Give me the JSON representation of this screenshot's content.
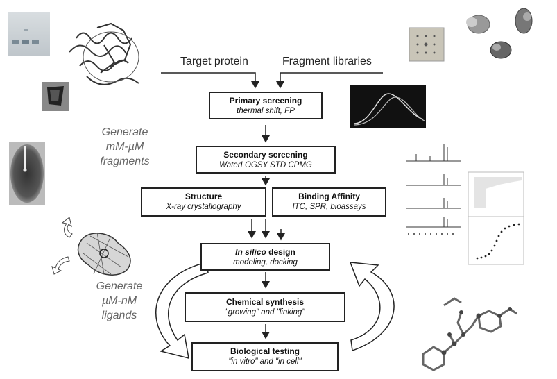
{
  "inputs": {
    "target_protein": "Target protein",
    "fragment_libraries": "Fragment libraries"
  },
  "boxes": {
    "primary": {
      "title": "Primary screening",
      "sub": "thermal shift, FP"
    },
    "secondary": {
      "title": "Secondary screening",
      "sub": "WaterLOGSY STD CPMG"
    },
    "structure": {
      "title": "Structure",
      "sub": "X-ray crystallography"
    },
    "binding": {
      "title": "Binding Affinity",
      "sub": "ITC, SPR, bioassays"
    },
    "insilico": {
      "title_em": "In silico",
      "title_rest": " design",
      "sub": "modeling, docking"
    },
    "synthesis": {
      "title": "Chemical synthesis",
      "sub": "\"growing\" and \"linking\""
    },
    "testing": {
      "title": "Biological testing",
      "sub": "\"in vitro\" and \"in cell\""
    }
  },
  "side_labels": {
    "fragments": [
      "Generate",
      "mM-µM",
      "fragments"
    ],
    "ligands": [
      "Generate",
      "µM-nM",
      "ligands"
    ]
  },
  "colors": {
    "box_border": "#222222",
    "side_text": "#666666"
  }
}
